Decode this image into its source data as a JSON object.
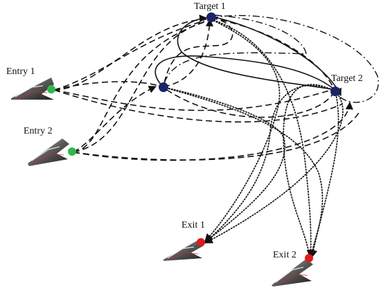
{
  "diagram": {
    "colors": {
      "entry": "#2fb84a",
      "target": "#1a2466",
      "exit": "#e01b1b",
      "line": "#111111"
    },
    "nodes": {
      "entry1": {
        "label": "Entry 1"
      },
      "entry2": {
        "label": "Entry 2"
      },
      "target1": {
        "label": "Target 1"
      },
      "target2": {
        "label": "Target 2"
      },
      "exit1": {
        "label": "Exit 1"
      },
      "exit2": {
        "label": "Exit 2"
      }
    },
    "aircraft_icon": "stealth-aircraft-icon"
  }
}
